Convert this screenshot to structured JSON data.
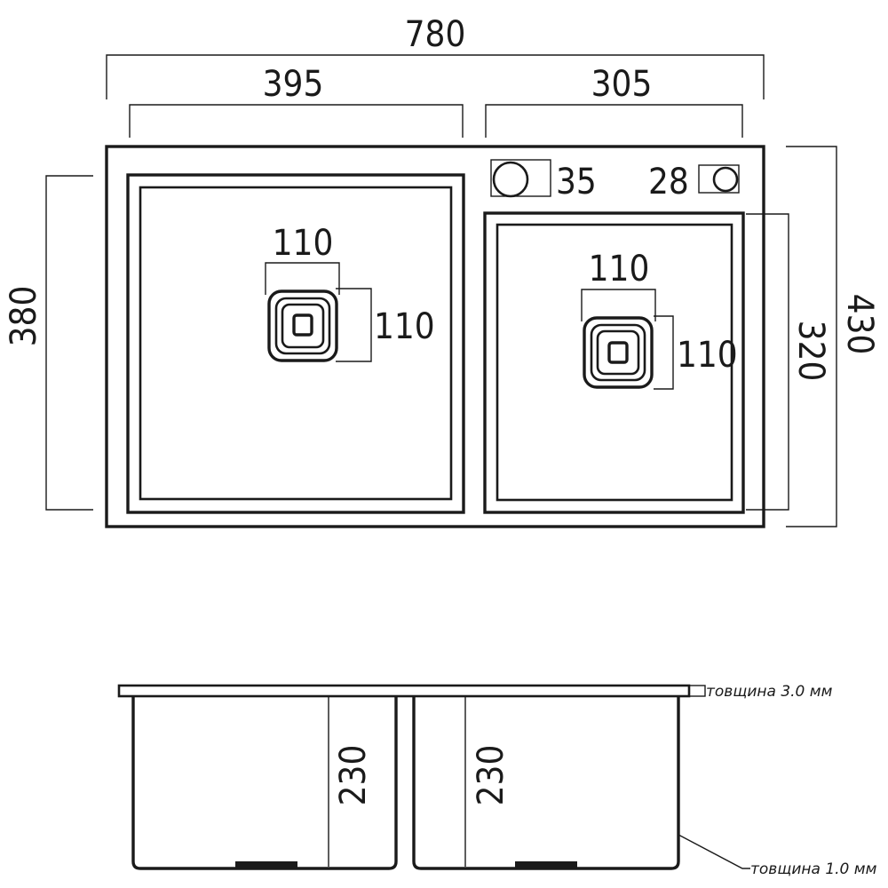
{
  "top_view": {
    "overall_width": "780",
    "overall_height": "430",
    "left_bowl_width": "395",
    "left_bowl_height": "380",
    "right_bowl_width": "305",
    "right_bowl_height": "320",
    "left_drain_width": "110",
    "left_drain_height": "110",
    "right_drain_width": "110",
    "right_drain_height": "110",
    "faucet_hole_diameter": "35",
    "small_hole_diameter": "28"
  },
  "side_view": {
    "left_depth": "230",
    "right_depth": "230",
    "deck_thickness_note": "товщина 3.0 мм",
    "bowl_thickness_note": "товщина 1.0 мм"
  }
}
